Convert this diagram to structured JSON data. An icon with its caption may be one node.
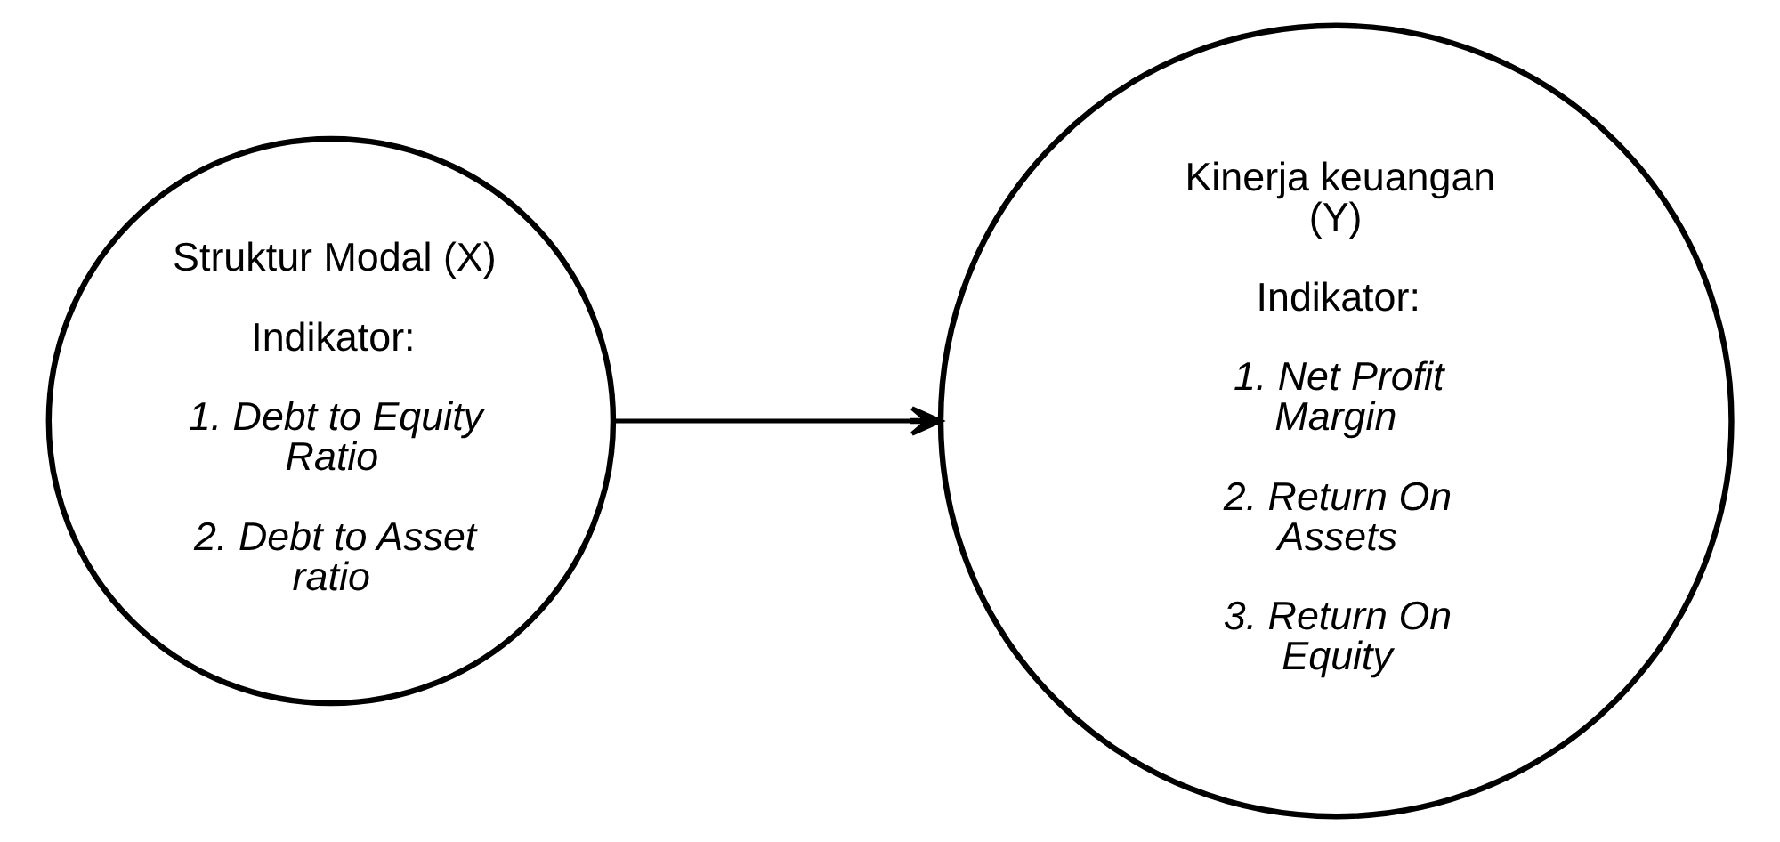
{
  "diagram": {
    "nodes": [
      {
        "text": [
          "Struktur Modal (X)",
          "Indikator:",
          "1. Debt to Equity Ratio",
          "2. Debt to Asset ratio"
        ]
      },
      {
        "text": [
          "Kinerja keuangan (Y)",
          "Indikator:",
          "1. Net Profit Margin",
          "2. Return On Assets",
          "3. Return On Equity"
        ]
      }
    ],
    "edges": [
      {
        "from": 0,
        "to": 1,
        "arrow": "to"
      }
    ]
  }
}
